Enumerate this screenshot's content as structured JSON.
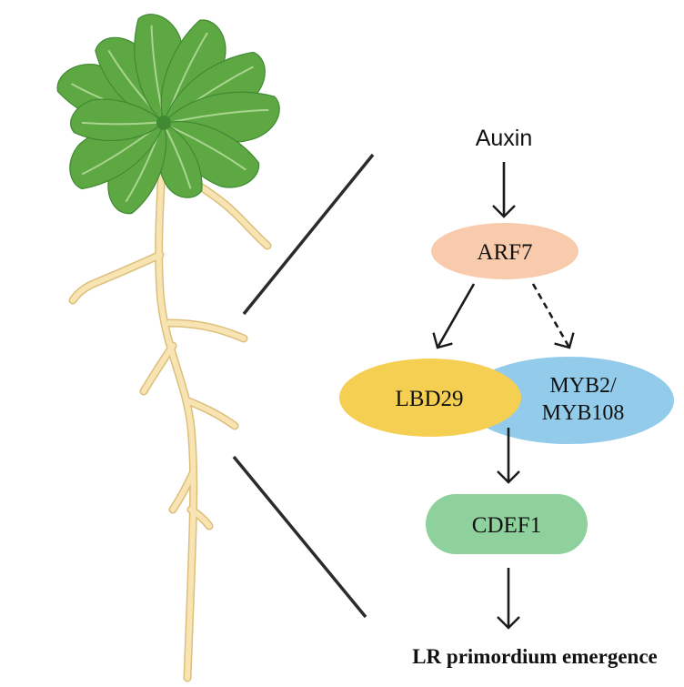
{
  "colors": {
    "leaf": "#5ea843",
    "leaf_dark": "#3f8a32",
    "leaf_vein": "#a9d58f",
    "root_fill": "#f8e3b3",
    "root_stroke": "#dcbf7a",
    "arf7_fill": "#f7cbac",
    "lbd29_fill": "#f4cf52",
    "myb_fill": "#93cbea",
    "cdef1_fill": "#8fd19d",
    "line": "#1a1a1a"
  },
  "nodes": {
    "auxin": "Auxin",
    "arf7": "ARF7",
    "lbd29": "LBD29",
    "myb_line1": "MYB2/",
    "myb_line2": "MYB108",
    "cdef1": "CDEF1",
    "outcome": "LR primordium emergence"
  },
  "icons": {
    "plant": "arabidopsis-seedling-icon"
  }
}
